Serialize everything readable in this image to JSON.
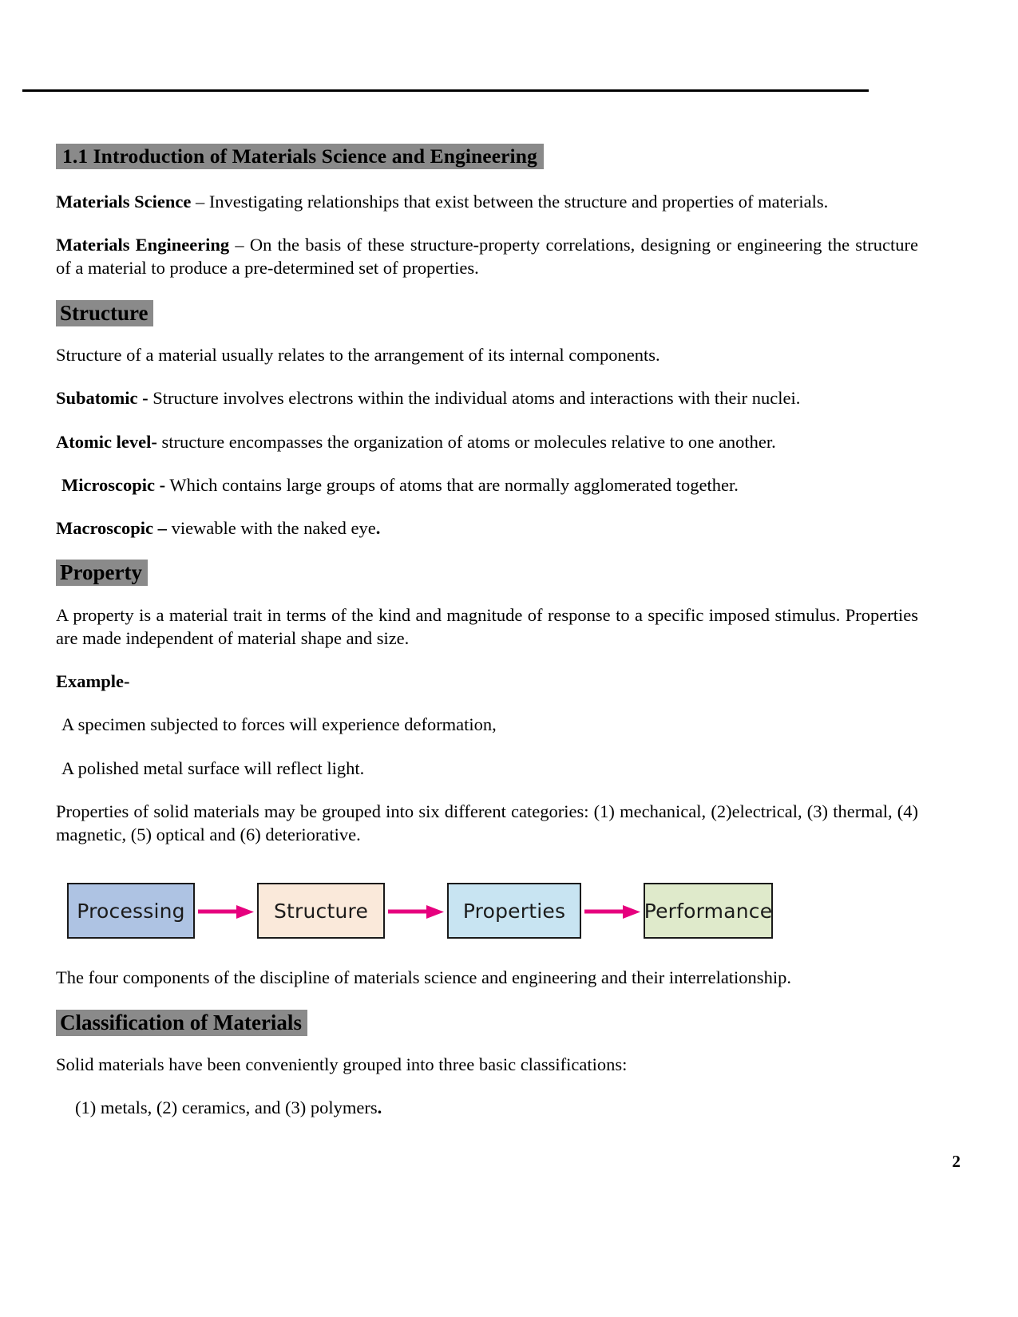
{
  "page": {
    "number": "2",
    "top_rule": true
  },
  "section": {
    "heading": "1.1 Introduction of Materials Science and Engineering",
    "highlight_color": "#8a8a8a"
  },
  "paragraphs": {
    "materials_science_label": "Materials Science",
    "materials_science_text": " – Investigating relationships that exist between the structure and properties of materials.",
    "materials_engineering_label": "Materials Engineering",
    "materials_engineering_text": " – On the basis of these structure-property correlations, designing or engineering the structure of a material to produce a pre-determined set of properties."
  },
  "structure": {
    "heading": "Structure",
    "intro": "Structure of a material usually relates to the arrangement of its internal components.",
    "levels": [
      {
        "label": "Subatomic -",
        "text": " Structure involves electrons within the individual atoms and interactions with their nuclei."
      },
      {
        "label": "Atomic level-",
        "text": " structure encompasses the organization of atoms or molecules relative to one another."
      },
      {
        "label": "Microscopic -",
        "text": " Which contains large groups of atoms that are normally agglomerated together."
      },
      {
        "label": "Macroscopic –",
        "text": " viewable with the naked eye",
        "tail": "."
      }
    ]
  },
  "property": {
    "heading": "Property",
    "definition": "A property is a material trait in terms of the kind and magnitude of response to a specific imposed stimulus. Properties are made independent of material shape and size.",
    "example_label": "Example-",
    "examples": [
      "A specimen subjected to forces will experience deformation,",
      "A polished metal surface will reflect light."
    ],
    "categories_text": "Properties of solid materials may be grouped into six different categories:  (1) mechanical, (2)electrical, (3) thermal, (4) magnetic, (5) optical and (6) deteriorative."
  },
  "diagram": {
    "arrow_color": "#e6007e",
    "boxes": [
      {
        "label": "Processing",
        "fill": "#aec3e3"
      },
      {
        "label": "Structure",
        "fill": "#fae9da"
      },
      {
        "label": "Properties",
        "fill": "#c8e4f2"
      },
      {
        "label": "Performance",
        "fill": "#dfeacb"
      }
    ],
    "caption": "The four components of the discipline of materials science and engineering and their interrelationship."
  },
  "classification": {
    "heading": "Classification of Materials",
    "intro": "Solid materials have been conveniently grouped into three basic classifications:",
    "list_line": "(1) metals, (2) ceramics, and (3) polymers",
    "list_tail": "."
  }
}
